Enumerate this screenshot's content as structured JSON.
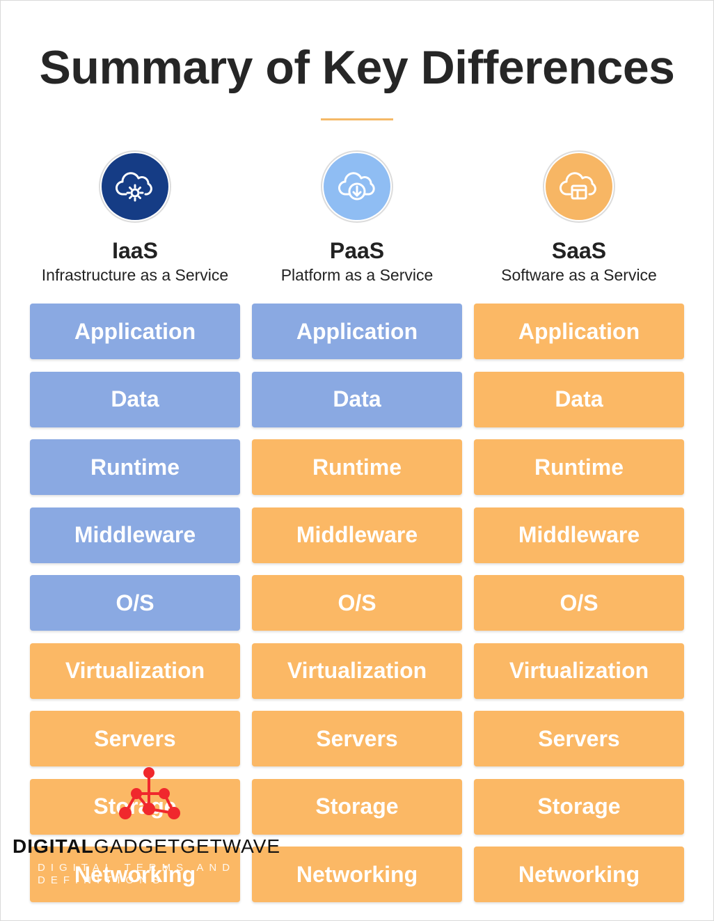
{
  "title": "Summary of Key Differences",
  "colors": {
    "customer_managed": "#8aa9e2",
    "provider_managed": "#fbb865",
    "accent_rule": "#f5b967",
    "iaas_icon": "#153c85",
    "paas_icon": "#8fbdf3",
    "saas_icon": "#f7b664"
  },
  "columns": [
    {
      "name": "IaaS",
      "description": "Infrastructure as a Service",
      "icon": "cloud-gear-icon",
      "layers": [
        {
          "label": "Application",
          "managed_by": "customer"
        },
        {
          "label": "Data",
          "managed_by": "customer"
        },
        {
          "label": "Runtime",
          "managed_by": "customer"
        },
        {
          "label": "Middleware",
          "managed_by": "customer"
        },
        {
          "label": "O/S",
          "managed_by": "customer"
        },
        {
          "label": "Virtualization",
          "managed_by": "provider"
        },
        {
          "label": "Servers",
          "managed_by": "provider"
        },
        {
          "label": "Storage",
          "managed_by": "provider"
        },
        {
          "label": "Networking",
          "managed_by": "provider"
        }
      ]
    },
    {
      "name": "PaaS",
      "description": "Platform as a Service",
      "icon": "cloud-download-icon",
      "layers": [
        {
          "label": "Application",
          "managed_by": "customer"
        },
        {
          "label": "Data",
          "managed_by": "customer"
        },
        {
          "label": "Runtime",
          "managed_by": "provider"
        },
        {
          "label": "Middleware",
          "managed_by": "provider"
        },
        {
          "label": "O/S",
          "managed_by": "provider"
        },
        {
          "label": "Virtualization",
          "managed_by": "provider"
        },
        {
          "label": "Servers",
          "managed_by": "provider"
        },
        {
          "label": "Storage",
          "managed_by": "provider"
        },
        {
          "label": "Networking",
          "managed_by": "provider"
        }
      ]
    },
    {
      "name": "SaaS",
      "description": "Software as a Service",
      "icon": "cloud-app-window-icon",
      "layers": [
        {
          "label": "Application",
          "managed_by": "provider"
        },
        {
          "label": "Data",
          "managed_by": "provider"
        },
        {
          "label": "Runtime",
          "managed_by": "provider"
        },
        {
          "label": "Middleware",
          "managed_by": "provider"
        },
        {
          "label": "O/S",
          "managed_by": "provider"
        },
        {
          "label": "Virtualization",
          "managed_by": "provider"
        },
        {
          "label": "Servers",
          "managed_by": "provider"
        },
        {
          "label": "Storage",
          "managed_by": "provider"
        },
        {
          "label": "Networking",
          "managed_by": "provider"
        }
      ]
    }
  ],
  "watermark": {
    "brand_bold": "DIGITAL",
    "brand_rest": "GADGETGETWAVE",
    "tagline": "DIGITAL TERMS AND DEFINITIONS",
    "logo_icon": "network-nodes-icon",
    "logo_color": "#f0282d"
  }
}
